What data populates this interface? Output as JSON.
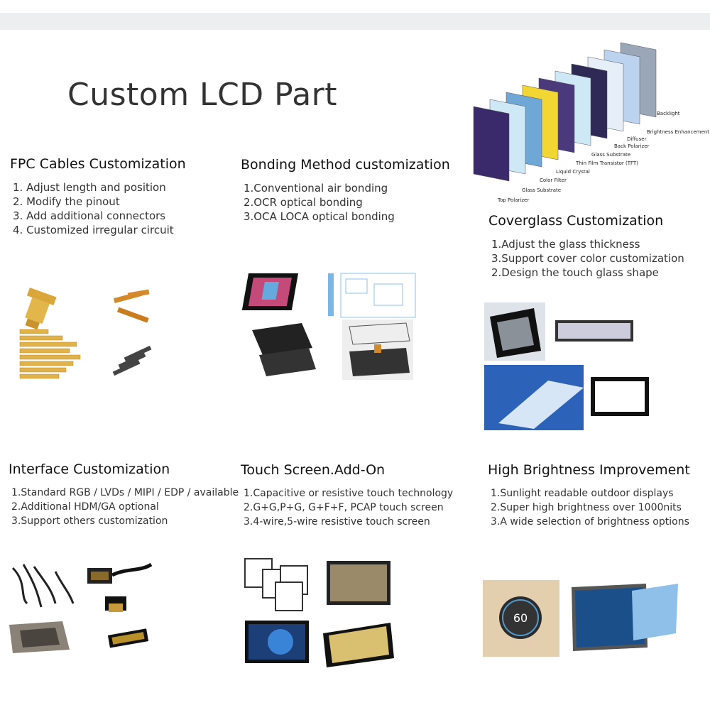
{
  "page_title": "Custom LCD Part",
  "sections": [
    {
      "id": "fpc",
      "title": "FPC Cables Customization",
      "items": [
        "1. Adjust length and position",
        "2. Modify the pinout",
        "3. Add additional connectors",
        "4. Customized irregular circuit"
      ]
    },
    {
      "id": "bonding",
      "title": "Bonding Method customization",
      "items": [
        "1.Conventional air bonding",
        "2.OCR optical bonding",
        "3.OCA LOCA optical bonding"
      ]
    },
    {
      "id": "coverglass",
      "title": "Coverglass Customization",
      "items": [
        "1.Adjust the glass thickness",
        "3.Support cover color customization",
        "2.Design the touch glass shape"
      ]
    },
    {
      "id": "interface",
      "title": "Interface Customization",
      "items": [
        "1.Standard RGB / LVDs / MIPI / EDP / available",
        "2.Additional HDM/GA optional",
        "3.Support others customization"
      ]
    },
    {
      "id": "touch",
      "title": "Touch Screen.Add-On",
      "items": [
        "1.Capacitive or resistive touch technology",
        "2.G+G,P+G, G+F+F, PCAP touch screen",
        "3.4-wire,5-wire resistive touch screen"
      ]
    },
    {
      "id": "brightness",
      "title": "High Brightness Improvement",
      "items": [
        "1.Sunlight readable outdoor displays",
        "2.Super high brightness over 1000nits",
        "3.A wide selection of brightness options"
      ]
    }
  ],
  "lcd_layers": [
    "Backlight",
    "Brightness Enhancement Film",
    "Diffuser",
    "Back Polarizer",
    "Glass Substrate",
    "Thin Film Transistor (TFT)",
    "Liquid Crystal",
    "Color Filter",
    "Glass Substrate",
    "Top Polarizer"
  ],
  "thermostat_value": "60",
  "colors": {
    "purple": "#3a2a6b",
    "yellow": "#f2d633",
    "lightblue": "#bfe3f5",
    "fpc_gold": "#e0b040"
  }
}
